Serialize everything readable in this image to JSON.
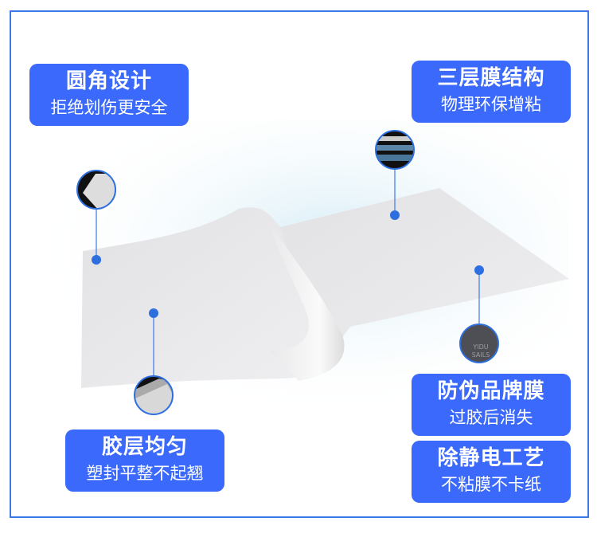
{
  "features": [
    {
      "title": "圆角设计",
      "subtitle": "拒绝划伤更安全"
    },
    {
      "title": "三层膜结构",
      "subtitle": "物理环保增粘"
    },
    {
      "title": "胶层均匀",
      "subtitle": "塑封平整不起翘"
    },
    {
      "title": "防伪品牌膜",
      "subtitle": "过胶后消失"
    },
    {
      "title": "除静电工艺",
      "subtitle": "不粘膜不卡纸"
    }
  ],
  "logo_text": [
    "YIDU",
    "SAILS"
  ],
  "accent": "#3a69fb"
}
